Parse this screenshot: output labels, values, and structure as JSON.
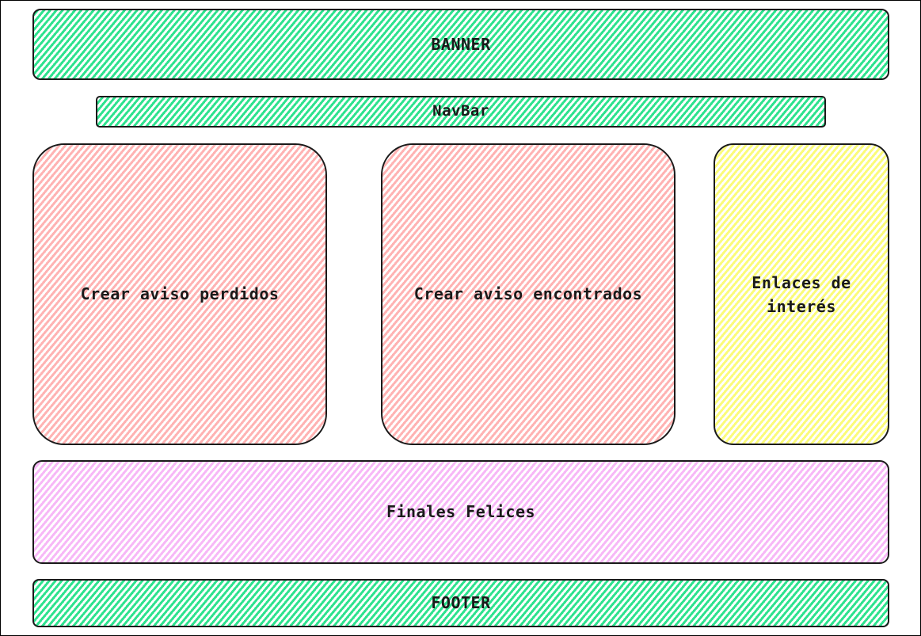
{
  "banner": {
    "label": "BANNER"
  },
  "navbar": {
    "label": "NavBar"
  },
  "cards": {
    "lost": {
      "label": "Crear aviso perdidos"
    },
    "found": {
      "label": "Crear aviso encontrados"
    },
    "links": {
      "label": "Enlaces de interés"
    }
  },
  "happy_endings": {
    "label": "Finales Felices"
  },
  "footer": {
    "label": "FOOTER"
  },
  "colors": {
    "green": "#2ee28e",
    "red": "#ffb3b3",
    "yellow": "#fbfb7a",
    "violet": "#f7b8f7",
    "stroke": "#1a1a1a"
  }
}
